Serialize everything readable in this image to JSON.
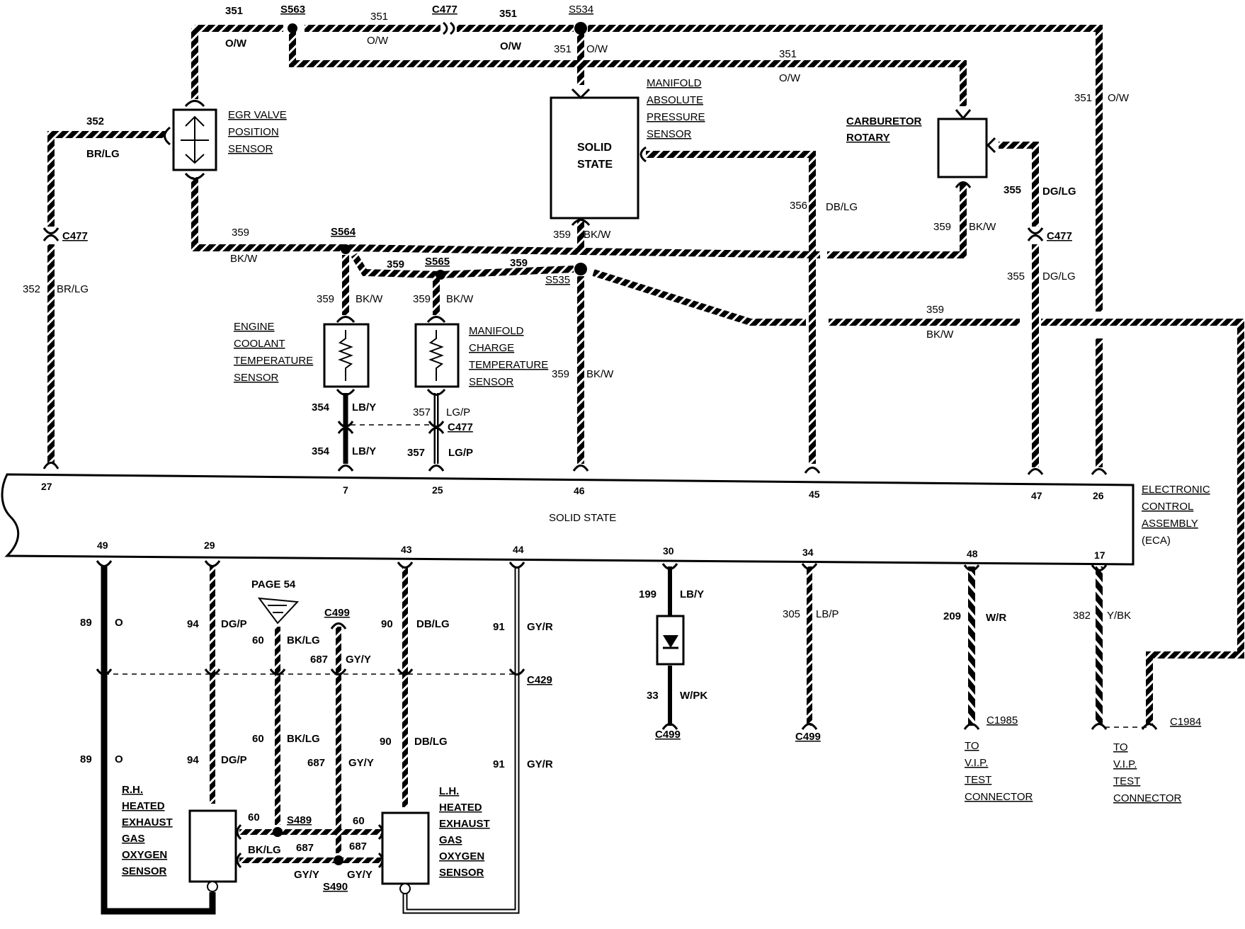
{
  "eca": {
    "body_label": "SOLID STATE",
    "title_lines": [
      "ELECTRONIC",
      "CONTROL",
      "ASSEMBLY",
      "(ECA)"
    ]
  },
  "components": {
    "egr": [
      "EGR VALVE",
      "POSITION",
      "SENSOR"
    ],
    "map_block": [
      "SOLID",
      "STATE"
    ],
    "map": [
      "MANIFOLD",
      "ABSOLUTE",
      "PRESSURE",
      "SENSOR"
    ],
    "carb": [
      "CARBURETOR",
      "ROTARY"
    ],
    "ect": [
      "ENGINE",
      "COOLANT",
      "TEMPERATURE",
      "SENSOR"
    ],
    "mct": [
      "MANIFOLD",
      "CHARGE",
      "TEMPERATURE",
      "SENSOR"
    ],
    "rh_o2": [
      "R.H.",
      "HEATED",
      "EXHAUST",
      "GAS",
      "OXYGEN",
      "SENSOR"
    ],
    "lh_o2": [
      "L.H.",
      "HEATED",
      "EXHAUST",
      "GAS",
      "OXYGEN",
      "SENSOR"
    ],
    "vip1": [
      "TO",
      "V.I.P.",
      "TEST",
      "CONNECTOR"
    ],
    "vip2": [
      "TO",
      "V.I.P.",
      "TEST",
      "CONNECTOR"
    ],
    "page_ref": "PAGE 54"
  },
  "pins": {
    "p27": "27",
    "p7": "7",
    "p25": "25",
    "p46": "46",
    "p45": "45",
    "p47": "47",
    "p26": "26",
    "p49": "49",
    "p29": "29",
    "p43": "43",
    "p44": "44",
    "p30": "30",
    "p34": "34",
    "p48": "48",
    "p17": "17"
  },
  "splices": {
    "s563": "S563",
    "s534": "S534",
    "s564": "S564",
    "s565": "S565",
    "s535": "S535",
    "s489": "S489",
    "s490": "S490"
  },
  "connectors": {
    "c477_top": "C477",
    "c477_left": "C477",
    "c477_mid": "C477",
    "c477_right": "C477",
    "c429": "C429",
    "c499_a": "C499",
    "c499_b": "C499",
    "c499_c": "C499",
    "c1985": "C1985",
    "c1984": "C1984"
  },
  "wires": {
    "w351a_n": "351",
    "w351a_c": "O/W",
    "w351b_n": "351",
    "w351b_c": "O/W",
    "w351c_n": "351",
    "w351c_c": "O/W",
    "w351d_n": "351",
    "w351d_c": "O/W",
    "w351e_n": "351",
    "w351e_c": "O/W",
    "w351f_n": "351",
    "w351f_c": "O/W",
    "w352a_n": "352",
    "w352a_c": "BR/LG",
    "w352b_n": "352",
    "w352b_c": "BR/LG",
    "w359a_n": "359",
    "w359a_c": "BK/W",
    "w359b_n": "359",
    "w359b_c": "BK/W",
    "w359c_n": "359",
    "w359c_c": "BK/W",
    "w359d_n": "359",
    "w359d_c": "BK/W",
    "w359e_n": "359",
    "w359f_n": "359",
    "w359g_n": "359",
    "w359g_c": "BK/W",
    "w359h_n": "359",
    "w359h_c": "BK/W",
    "w359i_n": "359",
    "w359i_c": "BK/W",
    "w356_n": "356",
    "w356_c": "DB/LG",
    "w355a_n": "355",
    "w355a_c": "DG/LG",
    "w355b_n": "355",
    "w355b_c": "DG/LG",
    "w354a_n": "354",
    "w354a_c": "LB/Y",
    "w354b_n": "354",
    "w354b_c": "LB/Y",
    "w357a_n": "357",
    "w357a_c": "LG/P",
    "w357b_n": "357",
    "w357b_c": "LG/P",
    "w89a_n": "89",
    "w89a_c": "O",
    "w89b_n": "89",
    "w89b_c": "O",
    "w94a_n": "94",
    "w94a_c": "DG/P",
    "w94b_n": "94",
    "w94b_c": "DG/P",
    "w60a_n": "60",
    "w60a_c": "BK/LG",
    "w60b_n": "60",
    "w60b_c": "BK/LG",
    "w60c_n": "60",
    "w60d_n": "60",
    "w60e_c": "BK/LG",
    "w687a_n": "687",
    "w687a_c": "GY/Y",
    "w687b_n": "687",
    "w687b_c": "GY/Y",
    "w687c_n": "687",
    "w687d_n": "687",
    "w687e_c": "GY/Y",
    "w687f_c": "GY/Y",
    "w90a_n": "90",
    "w90a_c": "DB/LG",
    "w90b_n": "90",
    "w90b_c": "DB/LG",
    "w91a_n": "91",
    "w91a_c": "GY/R",
    "w91b_n": "91",
    "w91b_c": "GY/R",
    "w199_n": "199",
    "w199_c": "LB/Y",
    "w33_n": "33",
    "w33_c": "W/PK",
    "w305_n": "305",
    "w305_c": "LB/P",
    "w209_n": "209",
    "w209_c": "W/R",
    "w382_n": "382",
    "w382_c": "Y/BK"
  }
}
